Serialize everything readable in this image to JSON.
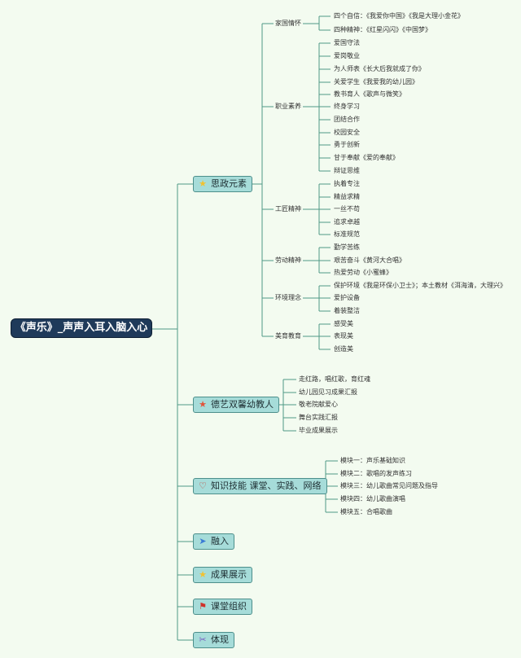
{
  "root": "《声乐》_声声入耳入脑入心",
  "branches": {
    "sizheng": {
      "label": "思政元素",
      "icon": "star-icon",
      "subs": {
        "jiaguo": {
          "label": "家国情怀",
          "leaves": [
            "四个自信：《我爱你中国》《我是大理小金花》",
            "四种精神：《红星闪闪》《中国梦》"
          ]
        },
        "zhiye": {
          "label": "职业素养",
          "leaves": [
            "爱国守法",
            "爱岗敬业",
            "为人师表《长大后我就成了你》",
            "关爱学生《我爱我的幼儿园》",
            "教书育人《歌声与微笑》",
            "终身学习",
            "团结合作",
            "校园安全",
            "勇于创新",
            "甘于奉献《爱的奉献》",
            "辩证思维"
          ]
        },
        "gongjiang": {
          "label": "工匠精神",
          "leaves": [
            "执着专注",
            "精益求精",
            "一丝不苟",
            "追求卓越",
            "标准规范"
          ]
        },
        "laodong": {
          "label": "劳动精神",
          "leaves": [
            "勤学苦练",
            "艰苦奋斗《黄河大合唱》",
            "热爱劳动《小蜜蜂》"
          ]
        },
        "huanjing": {
          "label": "环境理念",
          "leaves": [
            "保护环境《我是环保小卫士》；本土教材《洱海清，大理兴》",
            "爱护设备",
            "着装整洁"
          ]
        },
        "meiyu": {
          "label": "美育教育",
          "leaves": [
            "感受美",
            "表现美",
            "创造美"
          ]
        }
      }
    },
    "deyi": {
      "label": "德艺双馨幼教人",
      "icon": "star-icon",
      "leaves": [
        "走红路，唱红歌，育红魂",
        "幼儿园见习成果汇报",
        "敬老院献爱心",
        "舞台实践汇报",
        "毕业成果展示"
      ]
    },
    "zhishi": {
      "label": "知识技能 课堂、实践、网络",
      "icon": "heart-icon",
      "leaves": [
        "模块一：声乐基础知识",
        "模块二：歌唱的发声练习",
        "模块三：幼儿歌曲常见问题及指导",
        "模块四：幼儿歌曲演唱",
        "模块五：合唱歌曲"
      ]
    },
    "rongru": {
      "label": "融入",
      "icon": "paper-plane-icon"
    },
    "chengguo": {
      "label": "成果展示",
      "icon": "star-icon"
    },
    "ketang": {
      "label": "课堂组织",
      "icon": "flag-icon"
    },
    "tixian": {
      "label": "体现",
      "icon": "tools-icon"
    }
  },
  "colors": {
    "line": "#4f9a86",
    "star_yellow": "#f2c230",
    "star_red": "#e2543a",
    "heart": "#c0392b",
    "plane": "#3a7bd5",
    "flag": "#d0322b",
    "tools": "#7a5fc0"
  }
}
